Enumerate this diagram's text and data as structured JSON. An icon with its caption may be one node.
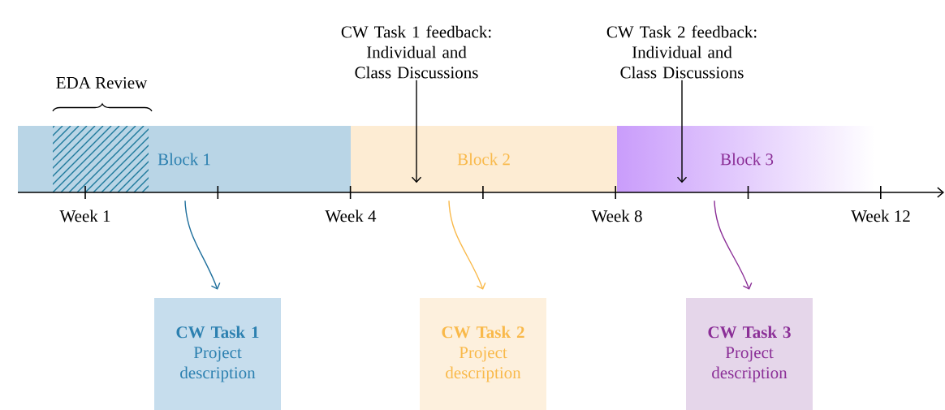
{
  "diagram": {
    "nodes": [
      {
        "text": [
          "Block 1"
        ]
      },
      {
        "text": [
          "Block 2"
        ]
      },
      {
        "text": [
          "Block 3"
        ]
      },
      {
        "text": [
          "CW Task 1 feedback: Individual and Class Discussions"
        ]
      },
      {
        "text": [
          "CW Task 2 feedback: Individual and Class Discussions"
        ]
      },
      {
        "text": [
          "CW Task 1",
          "Project description"
        ]
      },
      {
        "text": [
          "CW Task 2",
          "Project description"
        ]
      },
      {
        "text": [
          "CW Task 3",
          "Project description"
        ]
      }
    ],
    "edges": [
      {
        "from": 3,
        "to": 1,
        "arrow": "to"
      },
      {
        "from": 4,
        "to": 2,
        "arrow": "to"
      },
      {
        "from": 0,
        "to": 5,
        "arrow": "to",
        "color": "#1f6f9c"
      },
      {
        "from": 1,
        "to": 6,
        "arrow": "to",
        "color": "#f9b94a"
      },
      {
        "from": 2,
        "to": 7,
        "arrow": "to",
        "color": "#8b2f97"
      }
    ],
    "labels": [
      "EDA Review",
      "Week 1",
      "Week 4",
      "Week 8",
      "Week 12"
    ]
  }
}
